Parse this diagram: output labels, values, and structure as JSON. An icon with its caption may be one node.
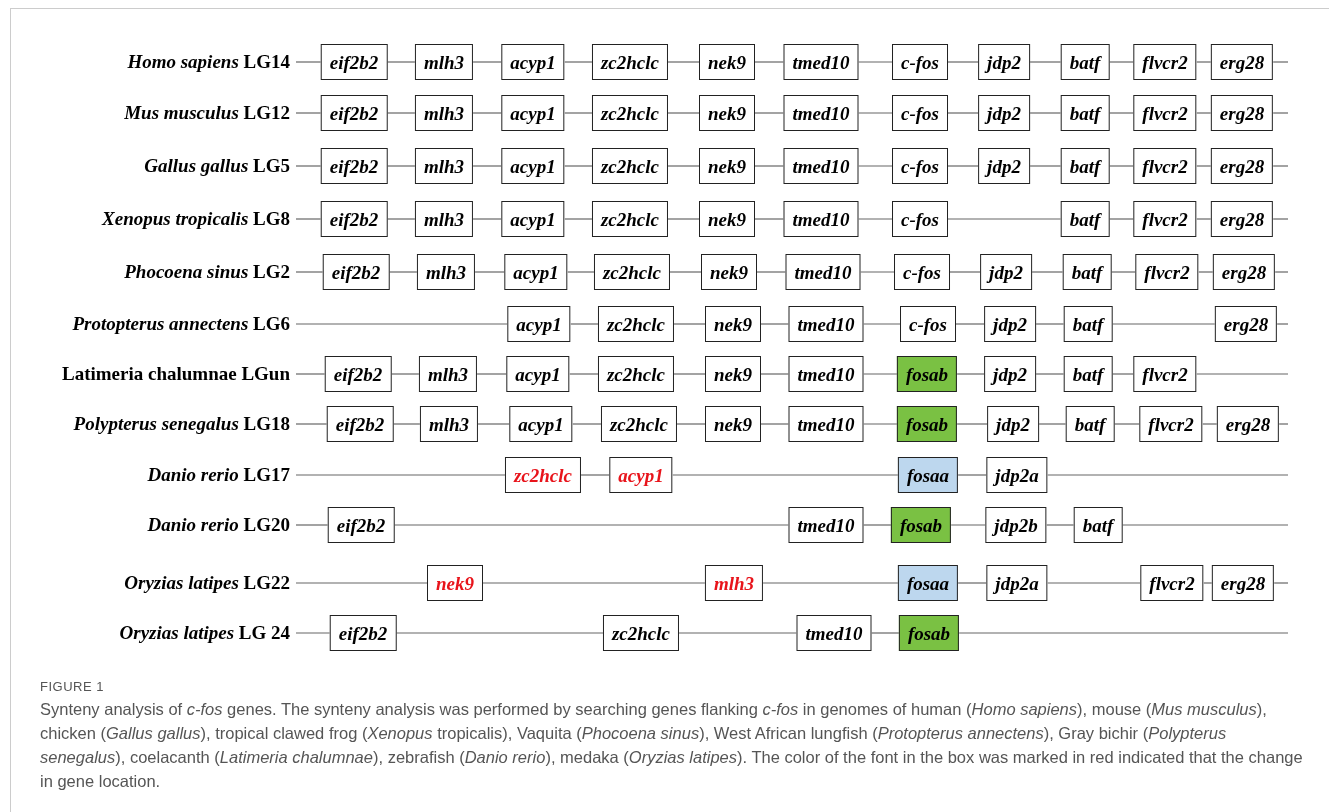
{
  "diagram": {
    "title": "FIGURE 1",
    "caption": "Synteny analysis of *c-fos* genes. The synteny analysis was performed by searching genes flanking *c-fos* in genomes of human (*Homo sapiens*), mouse (*Mus musculus*), chicken (*Gallus gallus*), tropical clawed frog (*Xenopus* tropicalis), Vaquita (*Phocoena sinus*), West African lungfish (*Protopterus annectens*), Gray bichir (*Polypterus senegalus*), coelacanth (*Latimeria chalumnae*), zebrafish (*Danio rerio*), medaka (*Oryzias latipes*). The color of the font in the box was marked in red indicated that the change in gene location.",
    "nodes": [
      {
        "text": [
          "*Homo sapiens* LG14"
        ]
      },
      {
        "text": [
          "eif2b2"
        ]
      },
      {
        "text": [
          "mlh3"
        ]
      },
      {
        "text": [
          "acyp1"
        ]
      },
      {
        "text": [
          "zc2hclc"
        ]
      },
      {
        "text": [
          "nek9"
        ]
      },
      {
        "text": [
          "tmed10"
        ]
      },
      {
        "text": [
          "c-fos"
        ]
      },
      {
        "text": [
          "jdp2"
        ]
      },
      {
        "text": [
          "batf"
        ]
      },
      {
        "text": [
          "flvcr2"
        ]
      },
      {
        "text": [
          "erg28"
        ]
      },
      {
        "text": [
          "*Mus musculus* LG12"
        ]
      },
      {
        "text": [
          "eif2b2"
        ]
      },
      {
        "text": [
          "mlh3"
        ]
      },
      {
        "text": [
          "acyp1"
        ]
      },
      {
        "text": [
          "zc2hclc"
        ]
      },
      {
        "text": [
          "nek9"
        ]
      },
      {
        "text": [
          "tmed10"
        ]
      },
      {
        "text": [
          "c-fos"
        ]
      },
      {
        "text": [
          "jdp2"
        ]
      },
      {
        "text": [
          "batf"
        ]
      },
      {
        "text": [
          "flvcr2"
        ]
      },
      {
        "text": [
          "erg28"
        ]
      },
      {
        "text": [
          "*Gallus gallus* LG5"
        ]
      },
      {
        "text": [
          "eif2b2"
        ]
      },
      {
        "text": [
          "mlh3"
        ]
      },
      {
        "text": [
          "acyp1"
        ]
      },
      {
        "text": [
          "zc2hclc"
        ]
      },
      {
        "text": [
          "nek9"
        ]
      },
      {
        "text": [
          "tmed10"
        ]
      },
      {
        "text": [
          "c-fos"
        ]
      },
      {
        "text": [
          "jdp2"
        ]
      },
      {
        "text": [
          "batf"
        ]
      },
      {
        "text": [
          "flvcr2"
        ]
      },
      {
        "text": [
          "erg28"
        ]
      },
      {
        "text": [
          "*Xenopus tropicalis* LG8"
        ]
      },
      {
        "text": [
          "eif2b2"
        ]
      },
      {
        "text": [
          "mlh3"
        ]
      },
      {
        "text": [
          "acyp1"
        ]
      },
      {
        "text": [
          "zc2hclc"
        ]
      },
      {
        "text": [
          "nek9"
        ]
      },
      {
        "text": [
          "tmed10"
        ]
      },
      {
        "text": [
          "c-fos"
        ]
      },
      {
        "text": [
          "batf"
        ]
      },
      {
        "text": [
          "flvcr2"
        ]
      },
      {
        "text": [
          "erg28"
        ]
      },
      {
        "text": [
          "*Phocoena sinus* LG2"
        ]
      },
      {
        "text": [
          "eif2b2"
        ]
      },
      {
        "text": [
          "mlh3"
        ]
      },
      {
        "text": [
          "acyp1"
        ]
      },
      {
        "text": [
          "zc2hclc"
        ]
      },
      {
        "text": [
          "nek9"
        ]
      },
      {
        "text": [
          "tmed10"
        ]
      },
      {
        "text": [
          "c-fos"
        ]
      },
      {
        "text": [
          "jdp2"
        ]
      },
      {
        "text": [
          "batf"
        ]
      },
      {
        "text": [
          "flvcr2"
        ]
      },
      {
        "text": [
          "erg28"
        ]
      },
      {
        "text": [
          "*Protopterus annectens* LG6"
        ]
      },
      {
        "text": [
          "acyp1"
        ]
      },
      {
        "text": [
          "zc2hclc"
        ]
      },
      {
        "text": [
          "nek9"
        ]
      },
      {
        "text": [
          "tmed10"
        ]
      },
      {
        "text": [
          "c-fos"
        ]
      },
      {
        "text": [
          "jdp2"
        ]
      },
      {
        "text": [
          "batf"
        ]
      },
      {
        "text": [
          "erg28"
        ]
      },
      {
        "text": [
          "Latimeria chalumnae LGun"
        ]
      },
      {
        "text": [
          "eif2b2"
        ]
      },
      {
        "text": [
          "mlh3"
        ]
      },
      {
        "text": [
          "acyp1"
        ]
      },
      {
        "text": [
          "zc2hclc"
        ]
      },
      {
        "text": [
          "nek9"
        ]
      },
      {
        "text": [
          "tmed10"
        ]
      },
      {
        "text": [
          "fosab"
        ]
      },
      {
        "text": [
          "jdp2"
        ]
      },
      {
        "text": [
          "batf"
        ]
      },
      {
        "text": [
          "flvcr2"
        ]
      },
      {
        "text": [
          "*Polypterus senegalus* LG18"
        ]
      },
      {
        "text": [
          "eif2b2"
        ]
      },
      {
        "text": [
          "mlh3"
        ]
      },
      {
        "text": [
          "acyp1"
        ]
      },
      {
        "text": [
          "zc2hclc"
        ]
      },
      {
        "text": [
          "nek9"
        ]
      },
      {
        "text": [
          "tmed10"
        ]
      },
      {
        "text": [
          "fosab"
        ]
      },
      {
        "text": [
          "jdp2"
        ]
      },
      {
        "text": [
          "batf"
        ]
      },
      {
        "text": [
          "flvcr2"
        ]
      },
      {
        "text": [
          "erg28"
        ]
      },
      {
        "text": [
          "*Danio rerio* LG17"
        ]
      },
      {
        "text": [
          "zc2hclc"
        ]
      },
      {
        "text": [
          "acyp1"
        ]
      },
      {
        "text": [
          "fosaa"
        ]
      },
      {
        "text": [
          "jdp2a"
        ]
      },
      {
        "text": [
          "*Danio rerio* LG20"
        ]
      },
      {
        "text": [
          "eif2b2"
        ]
      },
      {
        "text": [
          "tmed10"
        ]
      },
      {
        "text": [
          "fosab"
        ]
      },
      {
        "text": [
          "jdp2b"
        ]
      },
      {
        "text": [
          "batf"
        ]
      },
      {
        "text": [
          "*Oryzias latipes* LG22"
        ]
      },
      {
        "text": [
          "nek9"
        ]
      },
      {
        "text": [
          "mlh3"
        ]
      },
      {
        "text": [
          "fosaa"
        ]
      },
      {
        "text": [
          "jdp2a"
        ]
      },
      {
        "text": [
          "flvcr2"
        ]
      },
      {
        "text": [
          "erg28"
        ]
      },
      {
        "text": [
          "*Oryzias latipes* LG 24"
        ]
      },
      {
        "text": [
          "eif2b2"
        ]
      },
      {
        "text": [
          "zc2hclc"
        ]
      },
      {
        "text": [
          "tmed10"
        ]
      },
      {
        "text": [
          "fosab"
        ]
      }
    ],
    "edges": [
      {
        "from": 0,
        "to": 1,
        "arrow": "none"
      },
      {
        "from": 1,
        "to": 2,
        "arrow": "none"
      },
      {
        "from": 2,
        "to": 3,
        "arrow": "none"
      },
      {
        "from": 3,
        "to": 4,
        "arrow": "none"
      },
      {
        "from": 4,
        "to": 5,
        "arrow": "none"
      },
      {
        "from": 5,
        "to": 6,
        "arrow": "none"
      },
      {
        "from": 6,
        "to": 7,
        "arrow": "none"
      },
      {
        "from": 7,
        "to": 8,
        "arrow": "none"
      },
      {
        "from": 8,
        "to": 9,
        "arrow": "none"
      },
      {
        "from": 9,
        "to": 10,
        "arrow": "none"
      },
      {
        "from": 10,
        "to": 11,
        "arrow": "none"
      },
      {
        "from": 11,
        "to": null,
        "arrow": "none"
      },
      {
        "from": 12,
        "to": 13,
        "arrow": "none"
      },
      {
        "from": 13,
        "to": 14,
        "arrow": "none"
      },
      {
        "from": 14,
        "to": 15,
        "arrow": "none"
      },
      {
        "from": 15,
        "to": 16,
        "arrow": "none"
      },
      {
        "from": 16,
        "to": 17,
        "arrow": "none"
      },
      {
        "from": 17,
        "to": 18,
        "arrow": "none"
      },
      {
        "from": 18,
        "to": 19,
        "arrow": "none"
      },
      {
        "from": 19,
        "to": 20,
        "arrow": "none"
      },
      {
        "from": 20,
        "to": 21,
        "arrow": "none"
      },
      {
        "from": 21,
        "to": 22,
        "arrow": "none"
      },
      {
        "from": 22,
        "to": 23,
        "arrow": "none"
      },
      {
        "from": 23,
        "to": null,
        "arrow": "none"
      },
      {
        "from": 24,
        "to": 25,
        "arrow": "none"
      },
      {
        "from": 25,
        "to": 26,
        "arrow": "none"
      },
      {
        "from": 26,
        "to": 27,
        "arrow": "none"
      },
      {
        "from": 27,
        "to": 28,
        "arrow": "none"
      },
      {
        "from": 28,
        "to": 29,
        "arrow": "none"
      },
      {
        "from": 29,
        "to": 30,
        "arrow": "none"
      },
      {
        "from": 30,
        "to": 31,
        "arrow": "none"
      },
      {
        "from": 31,
        "to": 32,
        "arrow": "none"
      },
      {
        "from": 32,
        "to": 33,
        "arrow": "none"
      },
      {
        "from": 33,
        "to": 34,
        "arrow": "none"
      },
      {
        "from": 34,
        "to": 35,
        "arrow": "none"
      },
      {
        "from": 35,
        "to": null,
        "arrow": "none"
      },
      {
        "from": 36,
        "to": 37,
        "arrow": "none"
      },
      {
        "from": 37,
        "to": 38,
        "arrow": "none"
      },
      {
        "from": 38,
        "to": 39,
        "arrow": "none"
      },
      {
        "from": 39,
        "to": 40,
        "arrow": "none"
      },
      {
        "from": 40,
        "to": 41,
        "arrow": "none"
      },
      {
        "from": 41,
        "to": 42,
        "arrow": "none"
      },
      {
        "from": 42,
        "to": 43,
        "arrow": "none"
      },
      {
        "from": 43,
        "to": 44,
        "arrow": "none"
      },
      {
        "from": 44,
        "to": 45,
        "arrow": "none"
      },
      {
        "from": 45,
        "to": 46,
        "arrow": "none"
      },
      {
        "from": 46,
        "to": null,
        "arrow": "none"
      },
      {
        "from": 47,
        "to": 48,
        "arrow": "none"
      },
      {
        "from": 48,
        "to": 49,
        "arrow": "none"
      },
      {
        "from": 49,
        "to": 50,
        "arrow": "none"
      },
      {
        "from": 50,
        "to": 51,
        "arrow": "none"
      },
      {
        "from": 51,
        "to": 52,
        "arrow": "none"
      },
      {
        "from": 52,
        "to": 53,
        "arrow": "none"
      },
      {
        "from": 53,
        "to": 54,
        "arrow": "none"
      },
      {
        "from": 54,
        "to": 55,
        "arrow": "none"
      },
      {
        "from": 55,
        "to": 56,
        "arrow": "none"
      },
      {
        "from": 56,
        "to": 57,
        "arrow": "none"
      },
      {
        "from": 57,
        "to": 58,
        "arrow": "none"
      },
      {
        "from": 58,
        "to": null,
        "arrow": "none"
      },
      {
        "from": 59,
        "to": 60,
        "arrow": "none"
      },
      {
        "from": 60,
        "to": 61,
        "arrow": "none"
      },
      {
        "from": 61,
        "to": 62,
        "arrow": "none"
      },
      {
        "from": 62,
        "to": 63,
        "arrow": "none"
      },
      {
        "from": 63,
        "to": 64,
        "arrow": "none"
      },
      {
        "from": 64,
        "to": 65,
        "arrow": "none"
      },
      {
        "from": 65,
        "to": 66,
        "arrow": "none"
      },
      {
        "from": 66,
        "to": 67,
        "arrow": "none"
      },
      {
        "from": 67,
        "to": null,
        "arrow": "none"
      },
      {
        "from": 68,
        "to": 69,
        "arrow": "none"
      },
      {
        "from": 69,
        "to": 70,
        "arrow": "none"
      },
      {
        "from": 70,
        "to": 71,
        "arrow": "none"
      },
      {
        "from": 71,
        "to": 72,
        "arrow": "none"
      },
      {
        "from": 72,
        "to": 73,
        "arrow": "none"
      },
      {
        "from": 73,
        "to": 74,
        "arrow": "none"
      },
      {
        "from": 74,
        "to": 75,
        "arrow": "none"
      },
      {
        "from": 75,
        "to": 76,
        "arrow": "none"
      },
      {
        "from": 76,
        "to": 77,
        "arrow": "none"
      },
      {
        "from": 77,
        "to": 78,
        "arrow": "none"
      },
      {
        "from": 78,
        "to": null,
        "arrow": "none"
      },
      {
        "from": 79,
        "to": 80,
        "arrow": "none"
      },
      {
        "from": 80,
        "to": 81,
        "arrow": "none"
      },
      {
        "from": 81,
        "to": 82,
        "arrow": "none"
      },
      {
        "from": 82,
        "to": 83,
        "arrow": "none"
      },
      {
        "from": 83,
        "to": 84,
        "arrow": "none"
      },
      {
        "from": 84,
        "to": 85,
        "arrow": "none"
      },
      {
        "from": 85,
        "to": 86,
        "arrow": "none"
      },
      {
        "from": 86,
        "to": 87,
        "arrow": "none"
      },
      {
        "from": 87,
        "to": 88,
        "arrow": "none"
      },
      {
        "from": 88,
        "to": 89,
        "arrow": "none"
      },
      {
        "from": 89,
        "to": 90,
        "arrow": "none"
      },
      {
        "from": 90,
        "to": null,
        "arrow": "none"
      },
      {
        "from": 91,
        "to": 92,
        "arrow": "none"
      },
      {
        "from": 92,
        "to": 93,
        "arrow": "none"
      },
      {
        "from": 93,
        "to": 94,
        "arrow": "none"
      },
      {
        "from": 94,
        "to": 95,
        "arrow": "none"
      },
      {
        "from": 95,
        "to": null,
        "arrow": "none"
      },
      {
        "from": 96,
        "to": 97,
        "arrow": "none"
      },
      {
        "from": 97,
        "to": 98,
        "arrow": "none"
      },
      {
        "from": 98,
        "to": 99,
        "arrow": "none"
      },
      {
        "from": 99,
        "to": 100,
        "arrow": "none"
      },
      {
        "from": 100,
        "to": 101,
        "arrow": "none"
      },
      {
        "from": 101,
        "to": null,
        "arrow": "none"
      },
      {
        "from": 102,
        "to": 103,
        "arrow": "none"
      },
      {
        "from": 103,
        "to": 104,
        "arrow": "none"
      },
      {
        "from": 104,
        "to": 105,
        "arrow": "none"
      },
      {
        "from": 105,
        "to": 106,
        "arrow": "none"
      },
      {
        "from": 106,
        "to": 107,
        "arrow": "none"
      },
      {
        "from": 107,
        "to": 108,
        "arrow": "none"
      },
      {
        "from": 108,
        "to": null,
        "arrow": "none"
      },
      {
        "from": 109,
        "to": 110,
        "arrow": "none"
      },
      {
        "from": 110,
        "to": 111,
        "arrow": "none"
      },
      {
        "from": 111,
        "to": 112,
        "arrow": "none"
      },
      {
        "from": 112,
        "to": 113,
        "arrow": "none"
      },
      {
        "from": 113,
        "to": null,
        "arrow": "none"
      }
    ]
  }
}
